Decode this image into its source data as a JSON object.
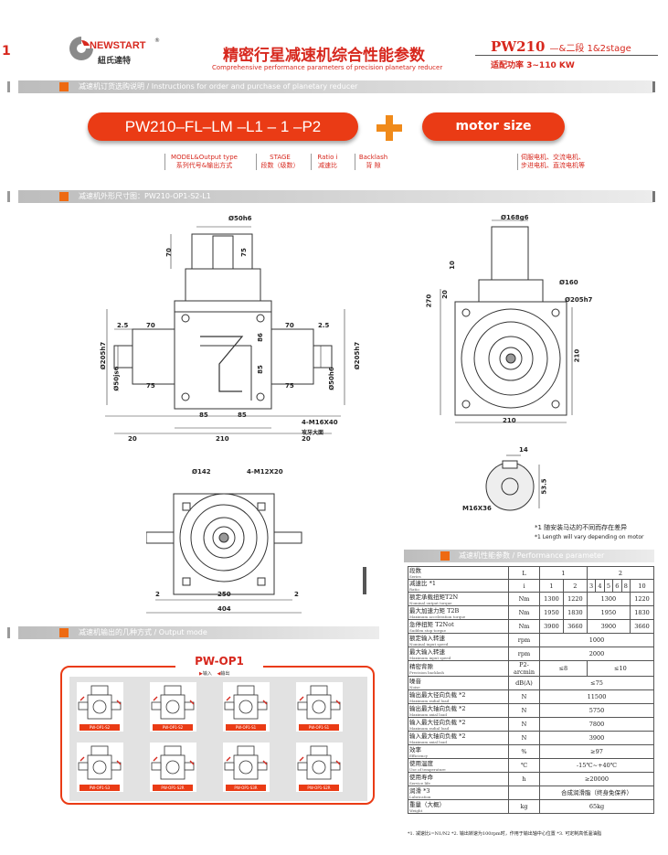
{
  "header": {
    "logo_left": "1",
    "logo_name": "NEWSTART",
    "logo_reg": "®",
    "logo_cn": "紐氏達特",
    "title_cn": "精密行星减速机综合性能参数",
    "title_en": "Comprehensive performance parameters of precision planetary reducer",
    "model": "PW210",
    "model_suffix": "—&二段 1&2stage",
    "power": "适配功率 3~110 KW"
  },
  "sections": {
    "order": "减速机订货选购说明 / Instructions for order and purchase of planetary reducer",
    "dims": "减速机外形尺寸图：PW210-OP1-S2-L1",
    "output": "减速机输出的几种方式 / Output mode",
    "perf": "减速机性能参数 / Performance parameter"
  },
  "order": {
    "code": "PW210–FL–LM –L1 – 1 –P2",
    "plus": "+",
    "motor": "motor size",
    "labels": {
      "model": "MODEL&Output type",
      "model_cn": "系列代号&输出方式",
      "stage": "STAGE",
      "stage_cn": "段数（级数）",
      "ratio": "Ratio i",
      "ratio_cn": "减速比",
      "backlash": "Backlash",
      "backlash_cn": "背 隙",
      "motor_cn1": "伺服电机、交流电机、",
      "motor_cn2": "步进电机、直流电机等"
    }
  },
  "drawing": {
    "d_shaft": "Ø50h6",
    "h70": "70",
    "h75": "75",
    "d205": "Ø205h7",
    "d50": "Ø50h6",
    "d50js6": "Ø50js6",
    "v25a": "2.5",
    "v70a": "70",
    "v25b": "2.5",
    "v70b": "70",
    "v75a": "75",
    "v75b": "75",
    "v85a": "85",
    "v85b": "85",
    "v85c": "85",
    "v86": "86",
    "w20a": "20",
    "w210": "210",
    "w20b": "20",
    "note_m16": "4-M16X40",
    "note_m16_cn": "攻牙大面",
    "d168": "Ø168g6",
    "d160": "Ø160",
    "d205b": "Ø205h7",
    "v10": "10",
    "v20": "20",
    "v270": "270",
    "v210": "210",
    "w210b": "210",
    "d142": "Ø142",
    "m12": "4-M12X20",
    "v2a": "2",
    "v2b": "2",
    "w250": "250",
    "w404": "404",
    "key14": "14",
    "key535": "53.5",
    "m16x36": "M16X36",
    "note1_cn": "*1 随安装马达的不同而存在差异",
    "note1_en": "*1 Length will vary depending on motor"
  },
  "output_mode": {
    "title": "PW-OP1",
    "legend_in": "输入",
    "legend_out": "输出",
    "items": [
      "PW-OP1-S2",
      "PW-OP1-S2",
      "PW-OP1-S1",
      "PW-OP1-S1",
      "PW-OP1-S3",
      "PW-OP1-S2R",
      "PW-OP1-S3R",
      "PW-OP1-S2R"
    ]
  },
  "perf": {
    "rows": [
      {
        "cn": "段数",
        "en": "Series",
        "unit": "L",
        "v": [
          "1",
          "2"
        ]
      },
      {
        "cn": "减速比",
        "en": "Ratio",
        "sup": "*1",
        "unit": "i",
        "v": [
          "1",
          "2",
          "3",
          "4",
          "5",
          "6",
          "8",
          "10"
        ]
      },
      {
        "cn": "额定承载扭矩T2N",
        "en": "Nominal output torque",
        "unit": "Nm",
        "v": [
          "1300",
          "1220",
          "1300",
          "1220"
        ]
      },
      {
        "cn": "最大加速力矩 T2B",
        "en": "Maximum acceleration torque",
        "unit": "Nm",
        "v": [
          "1950",
          "1830",
          "1950",
          "1830"
        ]
      },
      {
        "cn": "急停扭矩 T2Not",
        "en": "Sudden stop torque",
        "unit": "Nm",
        "v": [
          "3900",
          "3660",
          "3900",
          "3660"
        ]
      },
      {
        "cn": "额定输入转速",
        "en": "Nominal input speed",
        "unit": "rpm",
        "v": [
          "1000"
        ]
      },
      {
        "cn": "最大输入转速",
        "en": "Maximum input speed",
        "unit": "rpm",
        "v": [
          "2000"
        ]
      },
      {
        "cn": "精密背隙",
        "en": "Precision backlash",
        "unit": "P2-arcmin",
        "v": [
          "≤8",
          "≤10"
        ]
      },
      {
        "cn": "噪音",
        "en": "Noise",
        "unit": "dB(A)",
        "v": [
          "≤75"
        ]
      },
      {
        "cn": "输出最大径向负载",
        "en": "Maximum radial load",
        "sup": "*2",
        "unit": "N",
        "v": [
          "11500"
        ]
      },
      {
        "cn": "输出最大轴向负载",
        "en": "Maximum axial load",
        "sup": "*2",
        "unit": "N",
        "v": [
          "5750"
        ]
      },
      {
        "cn": "输入最大径向负载",
        "en": "Maximum radial load",
        "sup": "*2",
        "unit": "N",
        "v": [
          "7800"
        ]
      },
      {
        "cn": "输入最大轴向负载",
        "en": "Maximum axial load",
        "sup": "*2",
        "unit": "N",
        "v": [
          "3900"
        ]
      },
      {
        "cn": "效率",
        "en": "Efficiency",
        "unit": "%",
        "v": [
          "≥97"
        ]
      },
      {
        "cn": "使用温度",
        "en": "Use of temperature",
        "unit": "℃",
        "v": [
          "-15℃~+40℃"
        ]
      },
      {
        "cn": "使用寿命",
        "en": "Service life",
        "unit": "h",
        "v": [
          "≥20000"
        ]
      },
      {
        "cn": "润滑",
        "en": "Lubrication",
        "sup": "*3",
        "unit": "",
        "v": [
          "合成润滑脂（终身免保养）"
        ]
      },
      {
        "cn": "重量（大概）",
        "en": "Weight",
        "unit": "kg",
        "v": [
          "65kg"
        ]
      }
    ],
    "footnote": "*1. 减速比i=N1/N2    *2. 输出转速为100rpm时，作用于输出轴中心位置    *3. 可定制高低温油脂"
  },
  "colors": {
    "accent": "#ea3b15",
    "bar": "#c4c4c4",
    "square": "#ee6a12"
  }
}
